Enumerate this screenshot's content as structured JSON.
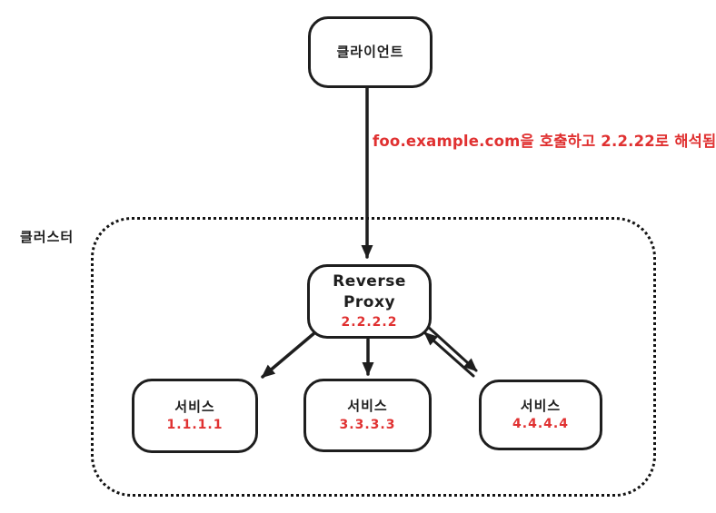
{
  "colors": {
    "ink": "#1e1e1e",
    "accent_red": "#e03131",
    "background": "#ffffff"
  },
  "diagram": {
    "client": {
      "label": "클라이언트"
    },
    "dns_annotation": "foo.example.com을 호출하고 2.2.22로 해석됨",
    "cluster": {
      "label": "클러스터"
    },
    "reverse_proxy": {
      "label_line1": "Reverse",
      "label_line2": "Proxy",
      "ip": "2.2.2.2"
    },
    "services": [
      {
        "label": "서비스",
        "ip": "1.1.1.1"
      },
      {
        "label": "서비스",
        "ip": "3.3.3.3"
      },
      {
        "label": "서비스",
        "ip": "4.4.4.4"
      }
    ]
  }
}
